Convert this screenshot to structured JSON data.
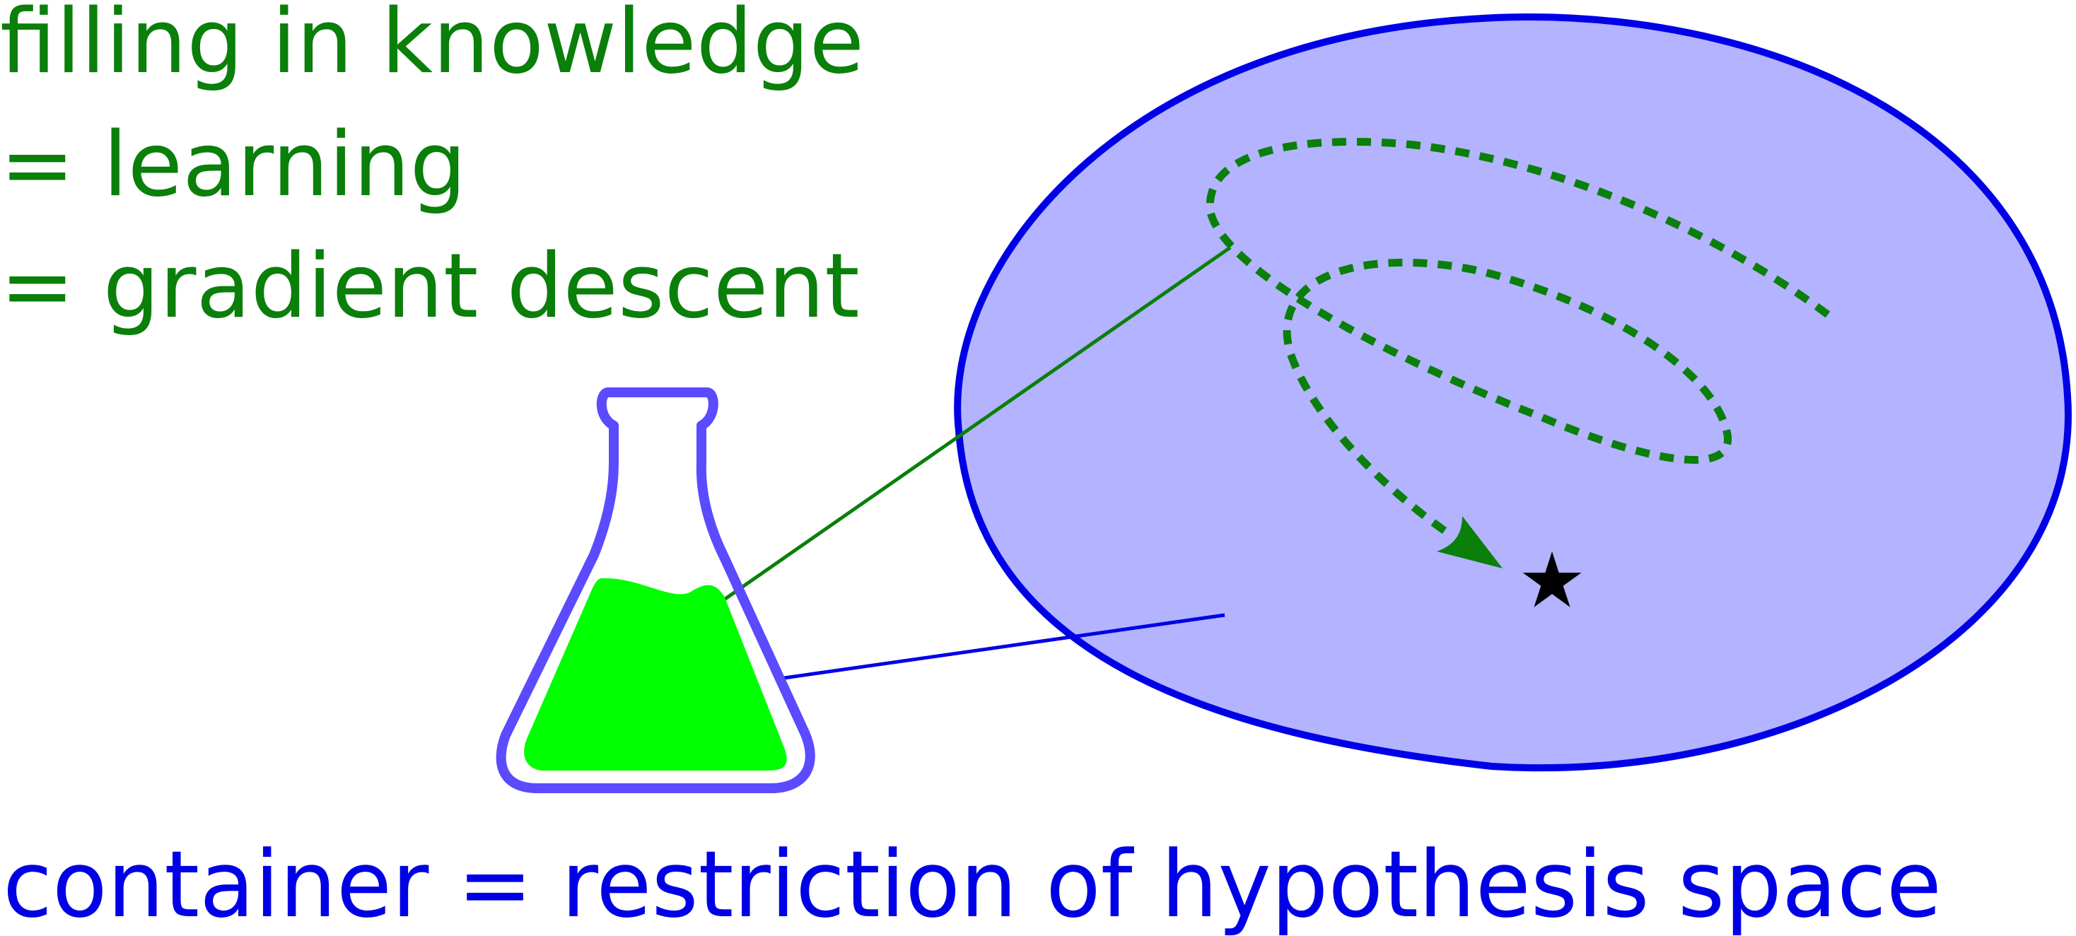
{
  "title_lines": [
    "filling in knowledge",
    "= learning",
    "= gradient descent"
  ],
  "caption": "container = restriction of hypothesis space",
  "icons": {
    "flask": "flask-icon",
    "target": "star-icon",
    "arrow": "arrowhead-icon"
  },
  "colors": {
    "green_text": "#0a7f0a",
    "blue_text": "#0000e6",
    "space_fill": "#b3b3ff",
    "space_stroke": "#0000e6",
    "flask_stroke": "#5a4bff",
    "liquid": "#00ff00",
    "path": "#0a7f0a",
    "star": "#000000"
  }
}
